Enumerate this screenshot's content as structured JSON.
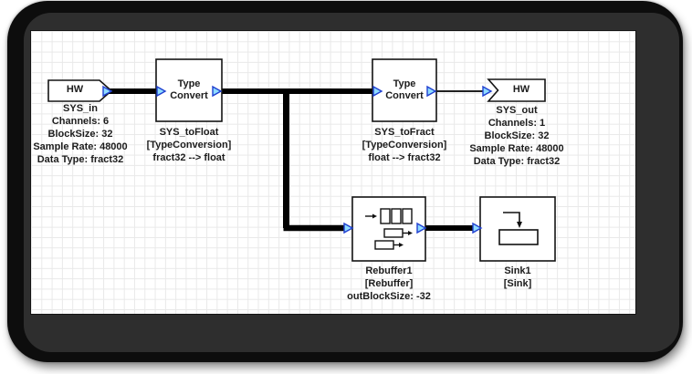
{
  "diagram": {
    "blocks": {
      "sys_in": {
        "title": "HW",
        "name": "SYS_in",
        "props": [
          "Channels: 6",
          "BlockSize: 32",
          "Sample Rate: 48000",
          "Data Type: fract32"
        ]
      },
      "sys_to_float": {
        "title_line1": "Type",
        "title_line2": "Convert",
        "name": "SYS_toFloat",
        "type": "[TypeConversion]",
        "detail": "fract32 --> float"
      },
      "sys_to_fract": {
        "title_line1": "Type",
        "title_line2": "Convert",
        "name": "SYS_toFract",
        "type": "[TypeConversion]",
        "detail": "float --> fract32"
      },
      "sys_out": {
        "title": "HW",
        "name": "SYS_out",
        "props": [
          "Channels: 1",
          "BlockSize: 32",
          "Sample Rate: 48000",
          "Data Type: fract32"
        ]
      },
      "rebuffer1": {
        "name": "Rebuffer1",
        "type": "[Rebuffer]",
        "detail": "outBlockSize: -32"
      },
      "sink1": {
        "name": "Sink1",
        "type": "[Sink]"
      }
    },
    "colors": {
      "port_fill": "#8fdcff",
      "port_stroke": "#1f3fd0",
      "wire": "#000000",
      "block_fill": "#ffffff",
      "block_stroke": "#141414",
      "grid": "#e9e9e9",
      "frame_outer": "#0d0d0d",
      "frame_inner": "#2e2e2e"
    }
  }
}
